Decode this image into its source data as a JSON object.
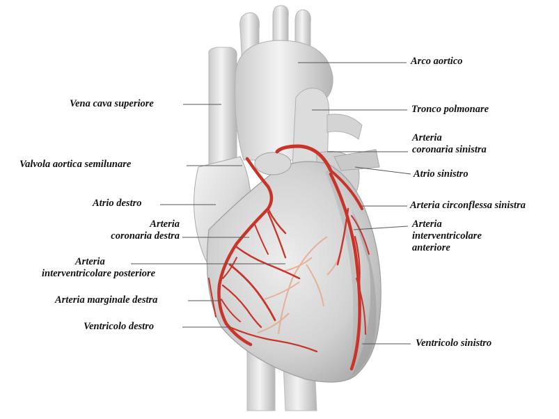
{
  "colors": {
    "artery": "#c8342a",
    "artery_dark": "#8e1f18",
    "vein_faint": "#e8a58a",
    "tissue_light": "#ececec",
    "tissue_mid": "#cfcfcf",
    "tissue_dark": "#9a9a9a",
    "leader_line": "#555555"
  },
  "labels": {
    "arco_aortico": "Arco aortico",
    "vena_cava_superiore": "Vena cava superiore",
    "tronco_polmonare": "Tronco polmonare",
    "arteria_coronaria_sinistra_1": "Arteria",
    "arteria_coronaria_sinistra_2": "coronaria sinistra",
    "valvola_aortica": "Valvola aortica semilunare",
    "atrio_sinistro": "Atrio sinistro",
    "atrio_destro": "Atrio destro",
    "arteria_circonflessa": "Arteria circonflessa sinistra",
    "arteria_coronaria_destra_1": "Arteria",
    "arteria_coronaria_destra_2": "coronaria destra",
    "arteria_interventricolare_anteriore_1": "Arteria",
    "arteria_interventricolare_anteriore_2": "interventricolare",
    "arteria_interventricolare_anteriore_3": "anteriore",
    "arteria_interventricolare_posteriore_1": "Arteria",
    "arteria_interventricolare_posteriore_2": "interventricolare posteriore",
    "arteria_marginale_destra": "Arteria marginale destra",
    "ventricolo_destro": "Ventricolo destro",
    "ventricolo_sinistro": "Ventricolo sinistro"
  }
}
